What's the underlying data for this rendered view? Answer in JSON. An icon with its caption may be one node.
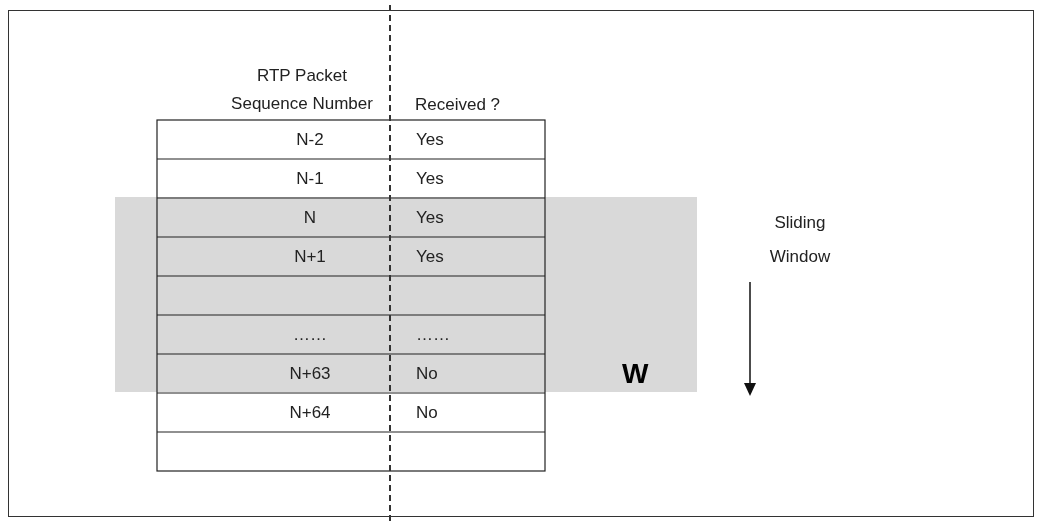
{
  "diagram": {
    "labels": [
      "RTP Packet Sequence Number",
      "Received ?",
      "N-2",
      "Yes",
      "N-1",
      "Yes",
      "N",
      "Yes",
      "N+1",
      "Yes",
      "……",
      "……",
      "N+63",
      "No",
      "N+64",
      "No",
      "Sliding Window",
      "W"
    ]
  }
}
